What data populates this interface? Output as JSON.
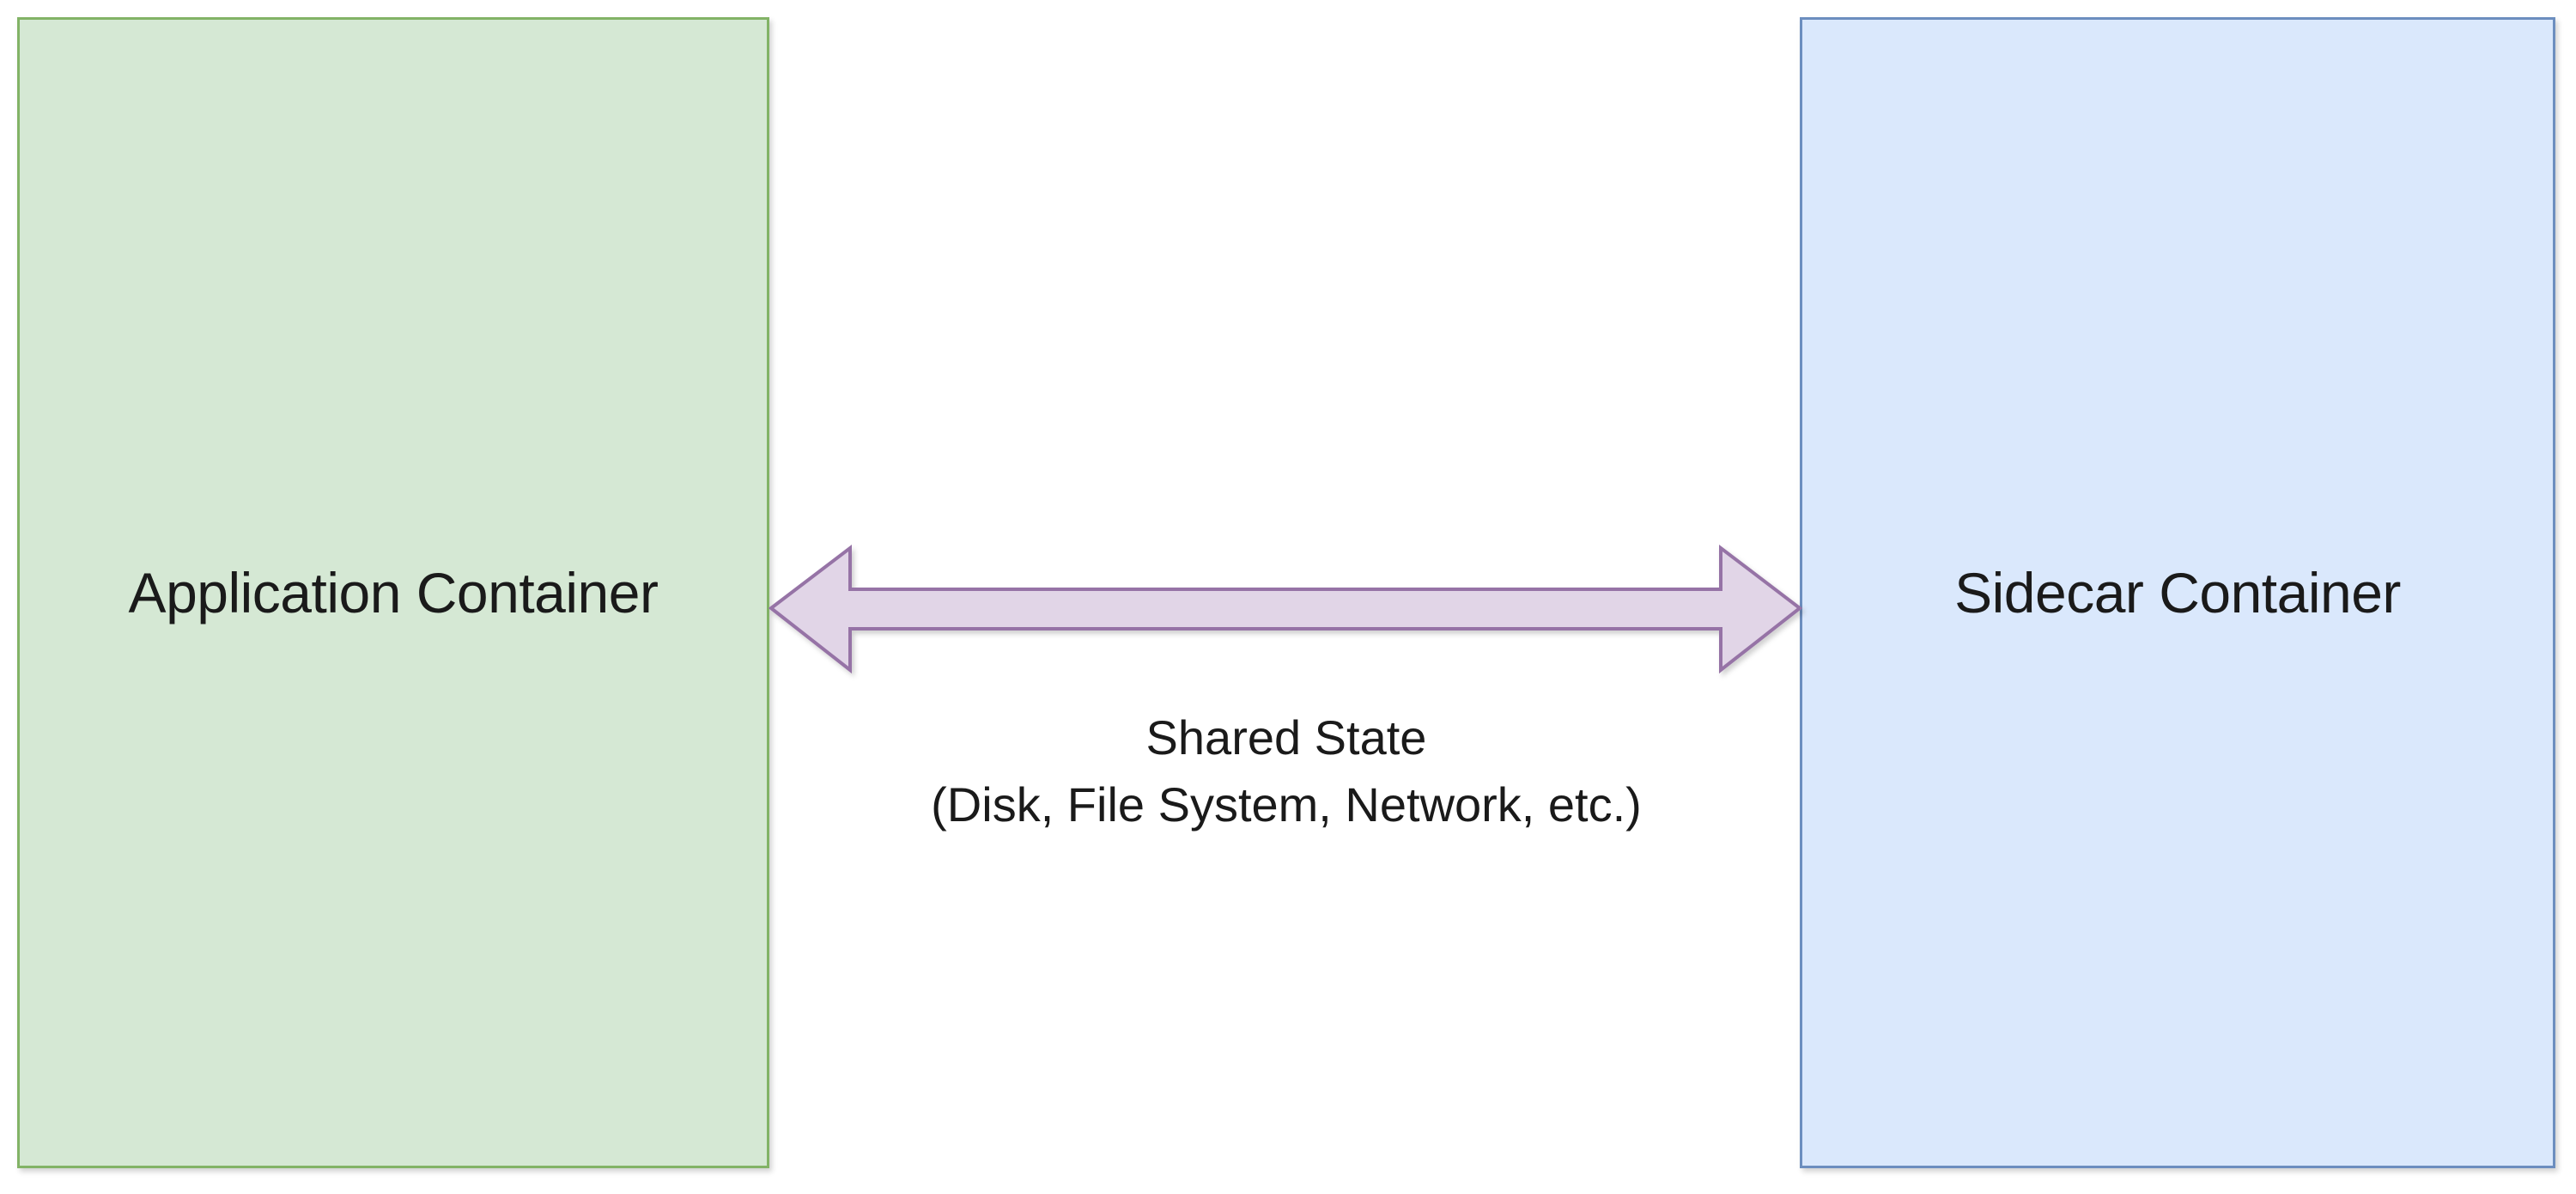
{
  "diagram": {
    "app_container": {
      "label": "Application Container",
      "fill": "#d5e8d4",
      "stroke": "#82b366"
    },
    "sidecar_container": {
      "label": "Sidecar Container",
      "fill": "#dae8fc",
      "stroke": "#6c8ebf"
    },
    "connector": {
      "type": "double-headed-arrow",
      "fill": "#e1d5e7",
      "stroke": "#9673a6",
      "label_line1": "Shared State",
      "label_line2": "(Disk, File System, Network, etc.)"
    }
  }
}
